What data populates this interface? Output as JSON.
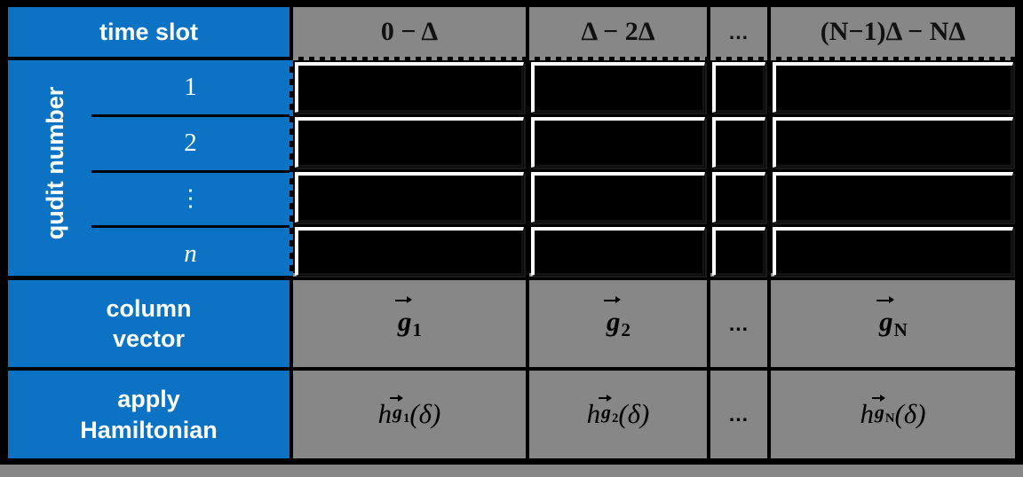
{
  "figure": {
    "title": "qudit pulse schedule table",
    "colors": {
      "header_blue": "#0C72C4",
      "cell_gray": "#878787",
      "pulse_black": "#000000",
      "pulse_edge_white": "#FFFFFF"
    }
  },
  "header": {
    "row_label": "time slot",
    "slots": [
      {
        "id": "slot-1",
        "label": "0  −  Δ"
      },
      {
        "id": "slot-2",
        "label": "Δ  −  2Δ"
      },
      {
        "id": "slot-ellipsis",
        "label": "..."
      },
      {
        "id": "slot-N",
        "label": "(N−1)Δ  −  NΔ"
      }
    ]
  },
  "qudit_section": {
    "axis_label": "qudit number",
    "rows": [
      {
        "id": "qudit-1",
        "label": "1",
        "italic": false
      },
      {
        "id": "qudit-2",
        "label": "2",
        "italic": false
      },
      {
        "id": "qudit-ellipsis",
        "label": "⋮",
        "italic": false
      },
      {
        "id": "qudit-n",
        "label": "n",
        "italic": true
      }
    ]
  },
  "column_vector_row": {
    "row_label_line1": "column",
    "row_label_line2": "vector",
    "cells": [
      {
        "id": "gvec-1",
        "base": "g",
        "subscript": "1",
        "kind": "vector"
      },
      {
        "id": "gvec-2",
        "base": "g",
        "subscript": "2",
        "kind": "vector"
      },
      {
        "id": "gvec-ellipsis",
        "base": "...",
        "subscript": "",
        "kind": "ellipsis"
      },
      {
        "id": "gvec-N",
        "base": "g",
        "subscript": "N",
        "kind": "vector"
      }
    ]
  },
  "hamiltonian_row": {
    "row_label_line1": "apply",
    "row_label_line2": "Hamiltonian",
    "cells": [
      {
        "id": "ham-1",
        "prefix": "h",
        "base": "g",
        "subscript": "1",
        "arg": "(δ)",
        "kind": "hamiltonian"
      },
      {
        "id": "ham-2",
        "prefix": "h",
        "base": "g",
        "subscript": "2",
        "arg": "(δ)",
        "kind": "hamiltonian"
      },
      {
        "id": "ham-ellipsis",
        "prefix": "...",
        "base": "",
        "subscript": "",
        "arg": "",
        "kind": "ellipsis"
      },
      {
        "id": "ham-N",
        "prefix": "h",
        "base": "g",
        "subscript": "N",
        "arg": "(δ)",
        "kind": "hamiltonian"
      }
    ]
  },
  "pulse_grid": {
    "description": "black pulse blocks, 4 qudit rows x 4 time-slot columns",
    "rows": 4,
    "columns": 4
  }
}
